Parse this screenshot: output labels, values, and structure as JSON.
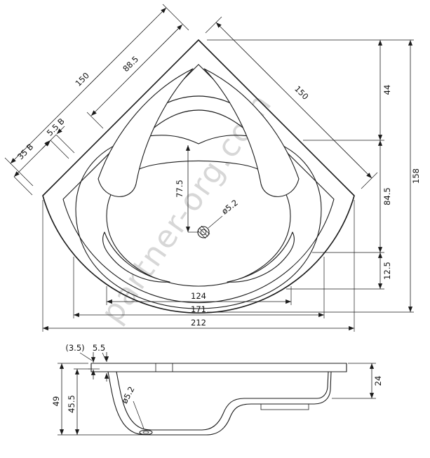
{
  "watermark": "partner-org.com",
  "top_view": {
    "dim_885": "88.5",
    "dim_150_left": "150",
    "dim_150_right": "150",
    "dim_55b": "5.5 B",
    "dim_35b": "35 B",
    "dim_44": "44",
    "dim_158": "158",
    "dim_845": "84.5",
    "dim_125": "12.5",
    "dim_775": "77.5",
    "dim_124": "124",
    "dim_171": "171",
    "dim_212": "212",
    "dim_drain": "ø5.2"
  },
  "side_view": {
    "dim_35": "(3.5)",
    "dim_55": "5.5",
    "dim_49": "49",
    "dim_455": "45.5",
    "dim_24": "24",
    "dim_drain": "ø5.2"
  }
}
